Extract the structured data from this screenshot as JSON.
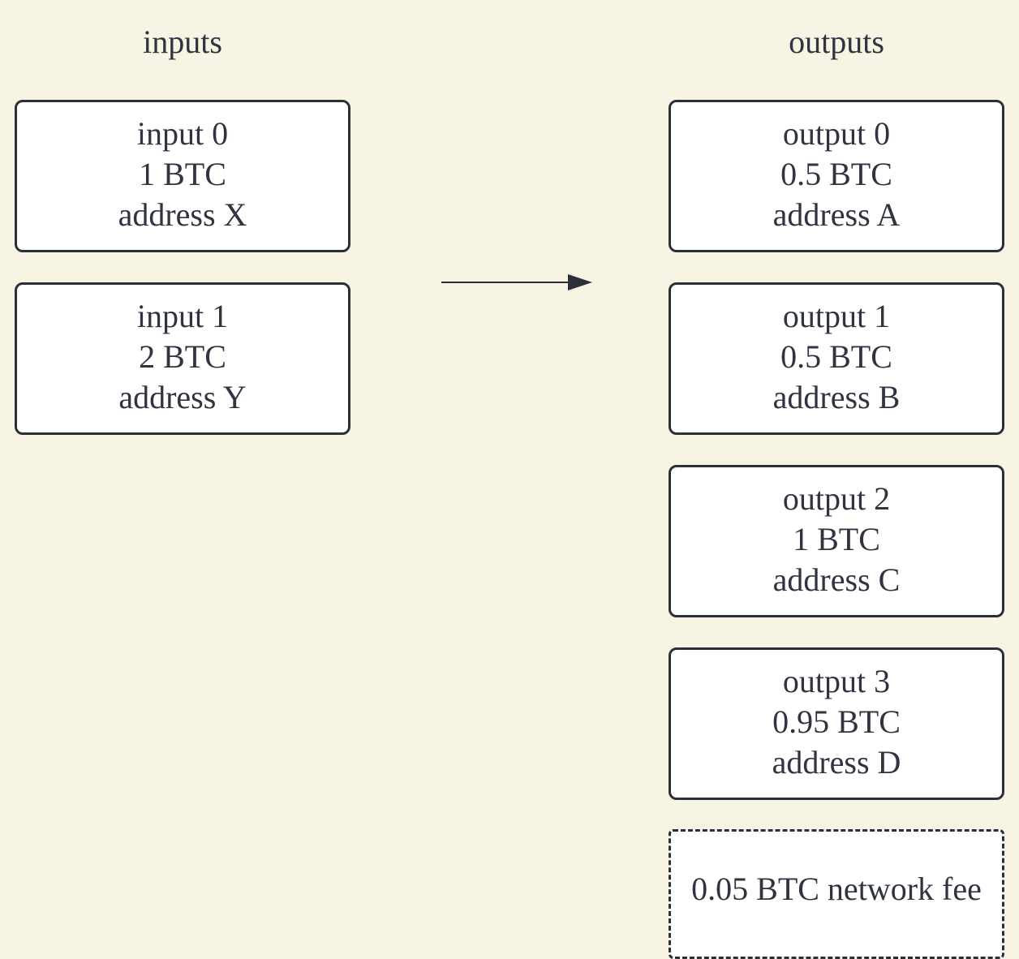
{
  "titles": {
    "inputs": "inputs",
    "outputs": "outputs"
  },
  "inputs": [
    {
      "name": "input 0",
      "amount": "1 BTC",
      "address": "address X"
    },
    {
      "name": "input 1",
      "amount": "2 BTC",
      "address": "address Y"
    }
  ],
  "outputs": [
    {
      "name": "output 0",
      "amount": "0.5 BTC",
      "address": "address A"
    },
    {
      "name": "output 1",
      "amount": "0.5 BTC",
      "address": "address B"
    },
    {
      "name": "output 2",
      "amount": "1 BTC",
      "address": "address C"
    },
    {
      "name": "output 3",
      "amount": "0.95 BTC",
      "address": "address D"
    }
  ],
  "fee": {
    "label": "0.05 BTC network fee"
  },
  "colors": {
    "background": "#f7f4e3",
    "box_fill": "#ffffff",
    "stroke": "#2b2f36",
    "text": "#2f3440"
  }
}
